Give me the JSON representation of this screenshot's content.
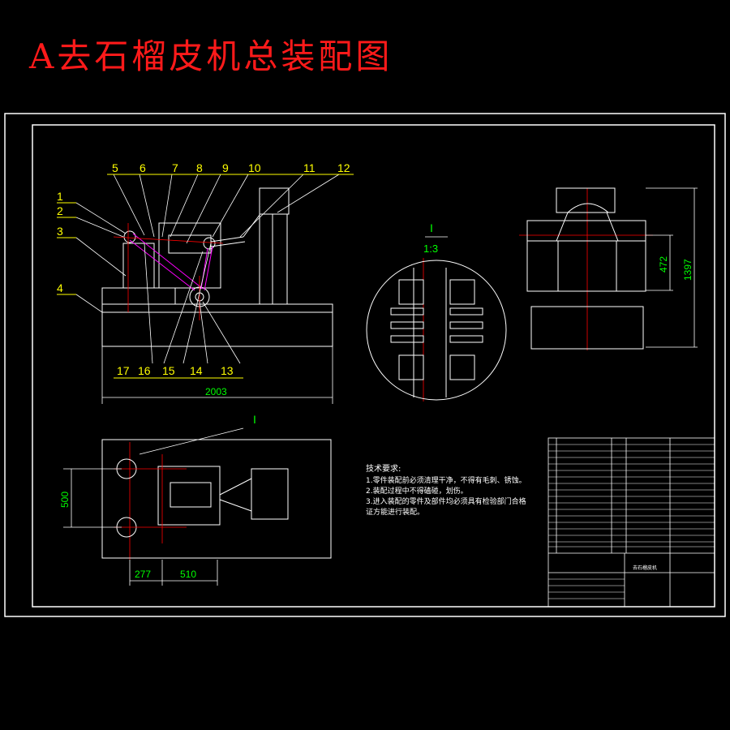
{
  "title": "A去石榴皮机总装配图",
  "balloons": [
    "1",
    "2",
    "3",
    "4",
    "5",
    "6",
    "7",
    "8",
    "9",
    "10",
    "11",
    "12",
    "13",
    "14",
    "15",
    "16",
    "17"
  ],
  "dimensions": {
    "overall_length": "2003",
    "height_total": "1397",
    "height_partial": "472",
    "plan_height": "500",
    "plan_offset_a": "277",
    "plan_offset_b": "510"
  },
  "detail": {
    "label": "I",
    "scale": "1:3",
    "callout": "I"
  },
  "notes": {
    "heading": "技术要求:",
    "lines": [
      "1.零件装配前必须清理干净，不得有毛刺、锈蚀。",
      "2.装配过程中不得磕碰，划伤。",
      "3.进入装配的零件及部件均必须具有检验部门合格",
      "  证方能进行装配。"
    ]
  },
  "title_block": {
    "name": "去石榴皮机"
  },
  "colors": {
    "title": "#ff1a1a",
    "line": "#ffffff",
    "dimension": "#00ff00",
    "balloon": "#ffff00",
    "center": "#ff0000",
    "belt": "#ff00ff"
  }
}
